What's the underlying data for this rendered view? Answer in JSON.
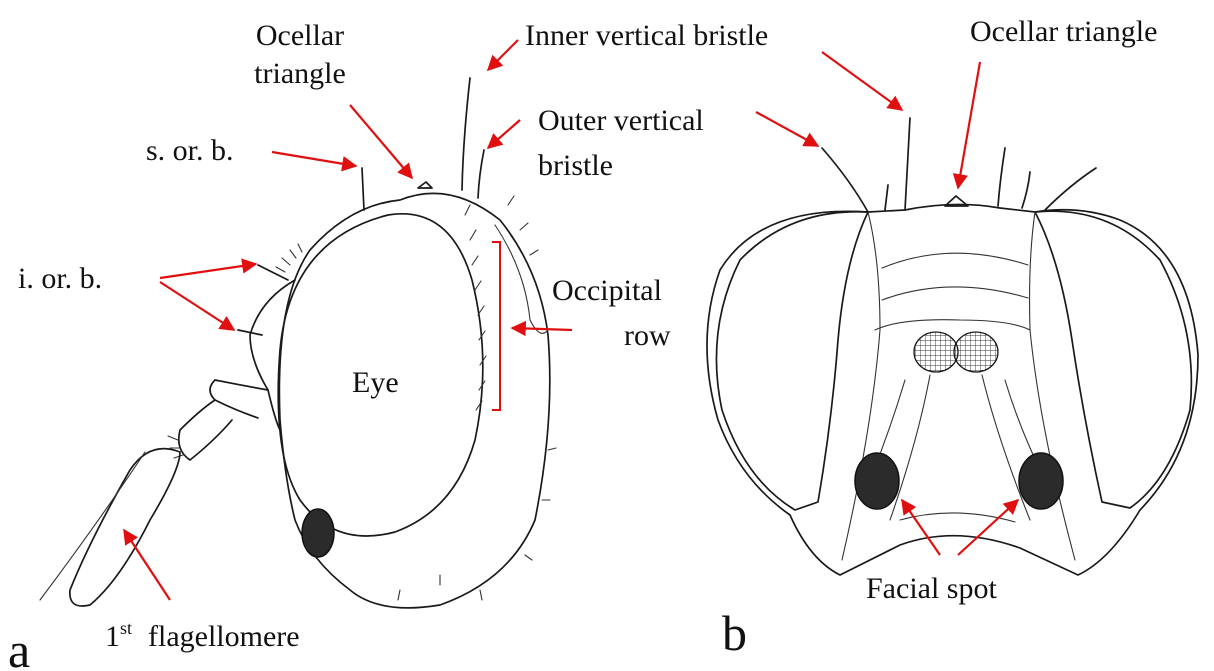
{
  "colors": {
    "annotation": "#e01010",
    "ink": "#1a1a1a",
    "spot": "#2b2b2b",
    "background": "#ffffff"
  },
  "panel_a": {
    "letter": "a",
    "eye": "Eye",
    "ocellar_triangle": [
      "Ocellar",
      "triangle"
    ],
    "s_or_b": "s. or. b.",
    "i_or_b": "i. or. b.",
    "inner_vertical_bristle": "Inner vertical bristle",
    "outer_vertical_bristle": [
      "Outer vertical",
      "bristle"
    ],
    "occipital_row": [
      "Occipital",
      "row"
    ],
    "flagellomere": {
      "number": "1",
      "superscript": "st",
      "word": "flagellomere"
    }
  },
  "panel_b": {
    "letter": "b",
    "ocellar_triangle": "Ocellar triangle",
    "facial_spot": "Facial spot"
  }
}
